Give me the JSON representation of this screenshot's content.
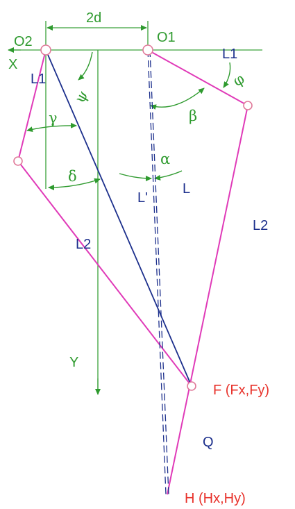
{
  "colors": {
    "axis": "#3aa23a",
    "link": "#e03ab8",
    "diagonal": "#1c2f8c",
    "dashed": "#1c2f8c",
    "label_green": "#2e9a2e",
    "label_blue": "#1c2f8c",
    "label_red": "#e8322b",
    "joint": "#e07a9a"
  },
  "labels": {
    "spacing": "2d",
    "pivot_left": "O2",
    "pivot_right": "O1",
    "x_axis": "X",
    "y_axis": "Y",
    "link_l1_left": "L1",
    "link_l1_right": "L1",
    "link_l2_left": "L2",
    "link_l2_right": "L2",
    "l_prime": "L'",
    "l": "L",
    "q": "Q",
    "point_f": "F (Fx,Fy)",
    "point_h": "H (Hx,Hy)"
  },
  "angles": {
    "psi": "ψ",
    "gamma": "γ",
    "delta": "δ",
    "beta": "β",
    "phi": "φ",
    "alpha": "α"
  }
}
